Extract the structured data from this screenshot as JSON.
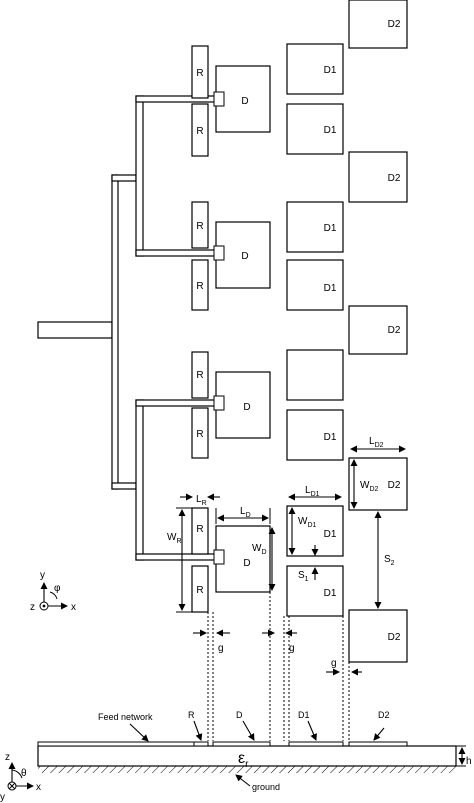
{
  "labels": {
    "R": "R",
    "D": "D",
    "D1": "D1",
    "D2": "D2",
    "L": "L",
    "W": "W",
    "S": "S",
    "g": "g",
    "h": "h",
    "sub_R": "R",
    "sub_D": "D",
    "sub_D1": "D1",
    "sub_D2": "D2",
    "sub_1": "1",
    "sub_2": "2",
    "feed_network": "Feed network",
    "ground": "ground",
    "epsilon": "ε",
    "epsilon_sub": "r"
  },
  "axes_top": {
    "y": "y",
    "x": "x",
    "z": "z",
    "phi": "φ"
  },
  "axes_bottom": {
    "z": "z",
    "x": "x",
    "y": "y",
    "theta": "θ"
  },
  "colors": {
    "stroke": "#000000",
    "background": "#ffffff"
  }
}
